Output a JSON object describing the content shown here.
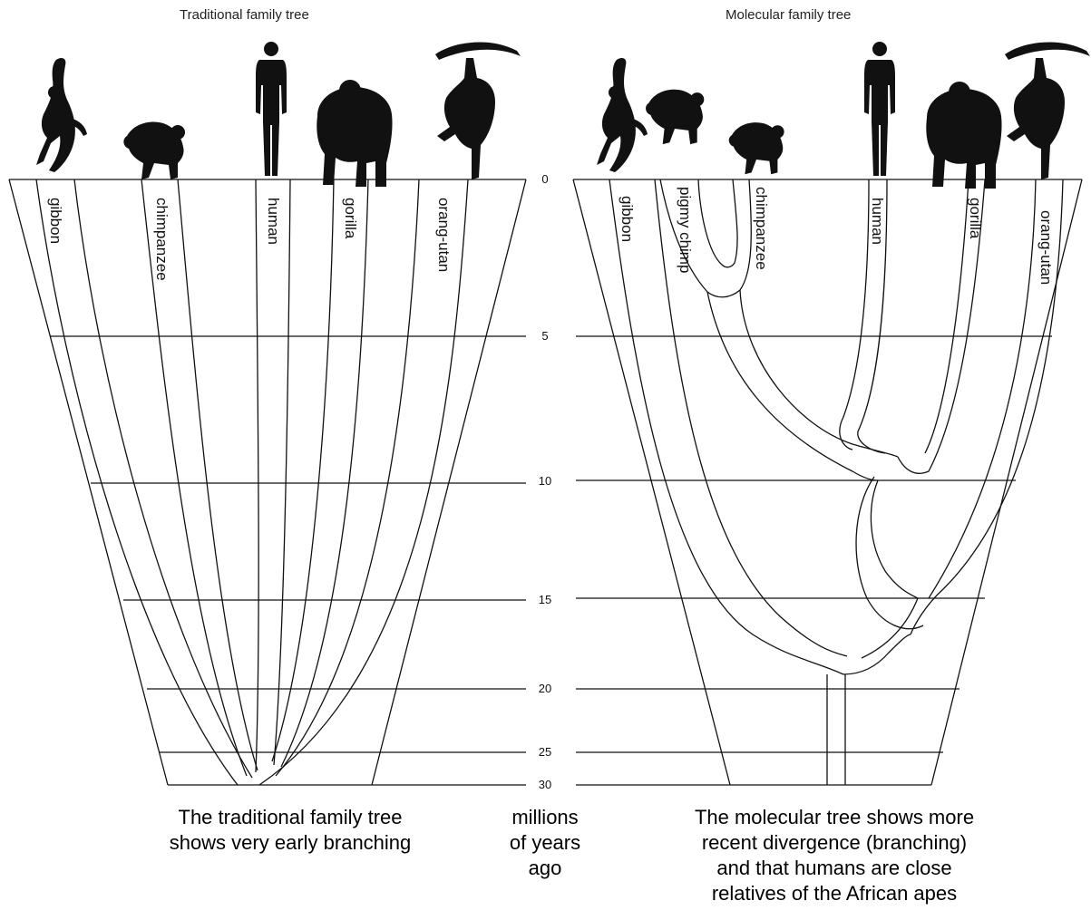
{
  "traditional": {
    "title": "Traditional family tree",
    "species": [
      "gibbon",
      "chimpanzee",
      "human",
      "gorilla",
      "orang-utan"
    ],
    "caption": [
      "The traditional family tree",
      "shows very early branching"
    ]
  },
  "molecular": {
    "title": "Molecular family tree",
    "species": [
      "gibbon",
      "pigmy chimp",
      "chimpanzee",
      "human",
      "gorilla",
      "orang-utan"
    ],
    "caption": [
      "The molecular tree shows more",
      "recent divergence (branching)",
      "and that humans are close",
      "relatives of the African apes"
    ]
  },
  "time_axis": {
    "ticks": [
      "0",
      "5",
      "10",
      "15",
      "20",
      "25",
      "30"
    ],
    "unit_caption": [
      "millions",
      "of years",
      "ago"
    ]
  },
  "animals": {
    "traditional": [
      "gibbon-icon",
      "chimpanzee-icon",
      "human-icon",
      "gorilla-icon",
      "orang-utan-icon"
    ],
    "molecular": [
      "gibbon-icon",
      "pigmy-chimp-icon",
      "chimpanzee-icon",
      "human-icon",
      "gorilla-icon",
      "orang-utan-icon"
    ]
  }
}
